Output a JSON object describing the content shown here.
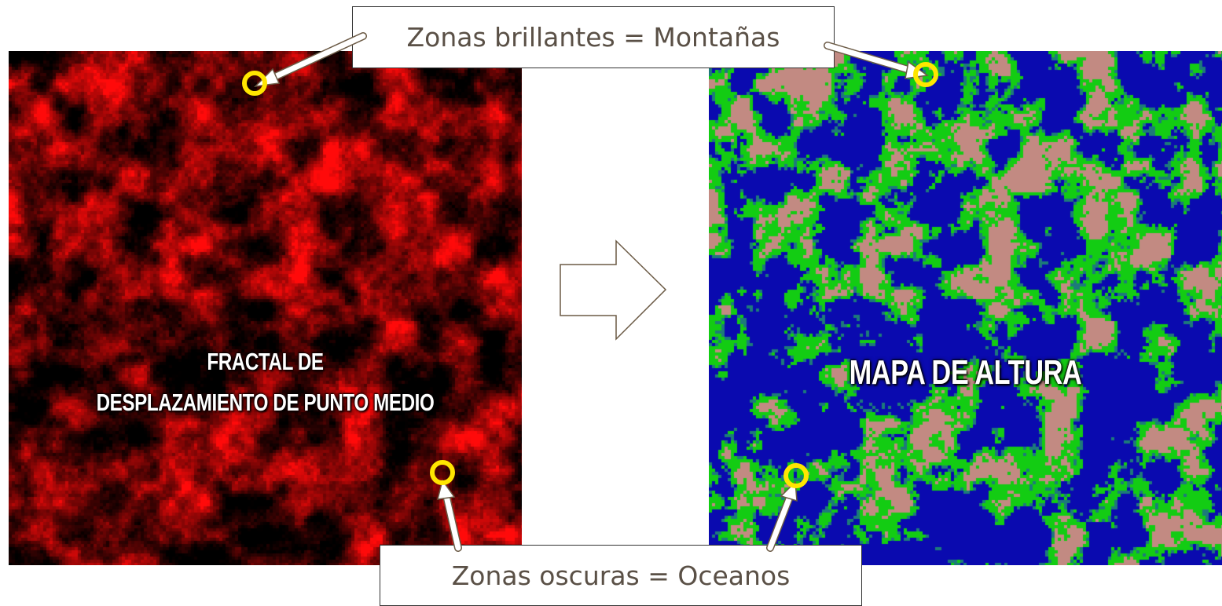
{
  "left_panel": {
    "title_line1": "FRACTAL DE",
    "title_line2": "DESPLAZAMIENTO DE PUNTO MEDIO",
    "colors": {
      "background": "#000000",
      "fractal": "#e00000"
    }
  },
  "right_panel": {
    "title": "MAPA DE ALTURA",
    "colors": {
      "ocean": "#0a0aaf",
      "land": "#13cc13",
      "coast": "#1d7a7a",
      "mountain": "#c28a82"
    }
  },
  "callouts": {
    "top": "Zonas brillantes = Montañas",
    "bottom": "Zonas oscuras = Oceanos"
  },
  "icons": {
    "transform_arrow": "right-arrow-icon",
    "marker": "yellow-ring-icon"
  },
  "accent_colors": {
    "marker": "#ffe600",
    "pointer_fill": "#ffffff",
    "pointer_stroke": "#6b5a45"
  }
}
